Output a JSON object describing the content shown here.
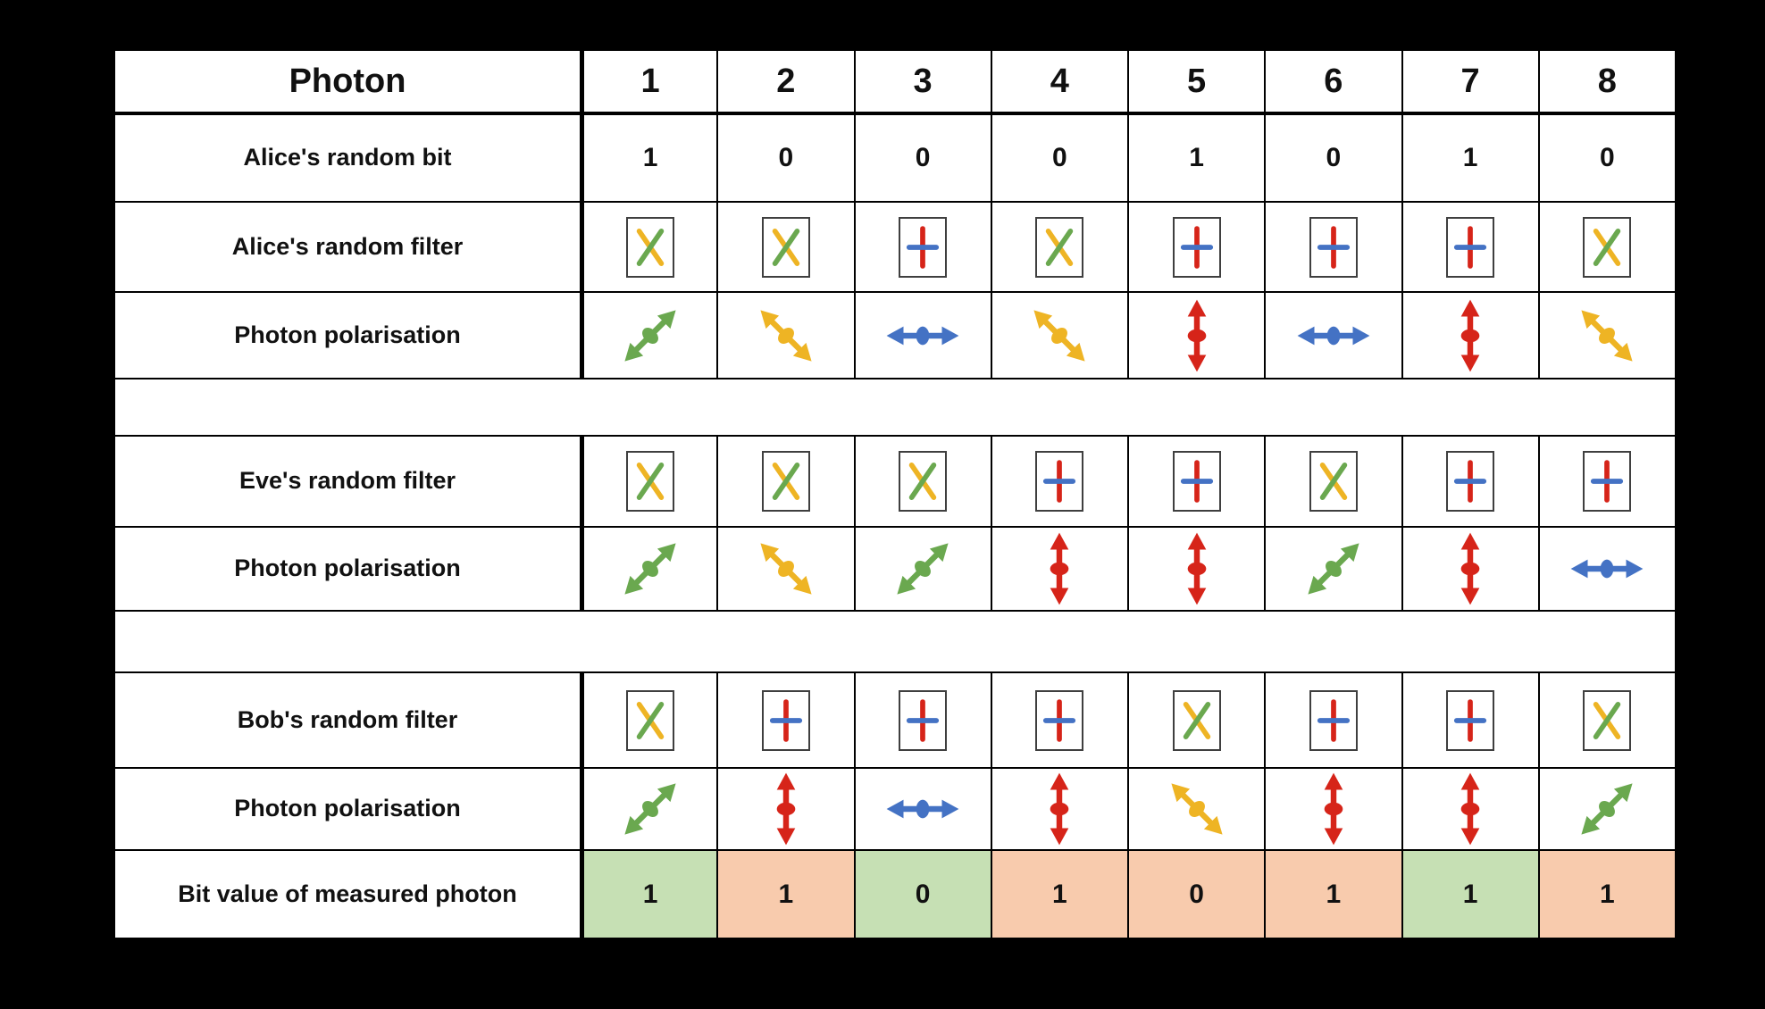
{
  "colors": {
    "arrow_green": "#6aa84f",
    "arrow_yellow": "#eeb424",
    "arrow_blue": "#4472c4",
    "arrow_red": "#d62419",
    "match_green_bg": "#c6e0b4",
    "mismatch_red_bg": "#f8cbad",
    "grid_line": "#000000",
    "filter_box_border": "#3f3f3f"
  },
  "polarisation_colors": {
    "diag-up": "#6aa84f",
    "diag-down": "#eeb424",
    "horizontal": "#4472c4",
    "vertical": "#d62419"
  },
  "filter_colors": {
    "diagonal": {
      "backslash": "#eeb424",
      "slash": "#6aa84f"
    },
    "rectilinear": {
      "vertical": "#d62419",
      "horizontal": "#4472c4"
    }
  },
  "table": {
    "header": {
      "label": "Photon",
      "columns": [
        "1",
        "2",
        "3",
        "4",
        "5",
        "6",
        "7",
        "8"
      ]
    },
    "rows": [
      {
        "id": "alice-bit",
        "label": "Alice's random bit",
        "type": "bits",
        "values": [
          "1",
          "0",
          "0",
          "0",
          "1",
          "0",
          "1",
          "0"
        ]
      },
      {
        "id": "alice-filter",
        "label": "Alice's random filter",
        "type": "filters",
        "values": [
          "diagonal",
          "diagonal",
          "rectilinear",
          "diagonal",
          "rectilinear",
          "rectilinear",
          "rectilinear",
          "diagonal"
        ]
      },
      {
        "id": "alice-polarisation",
        "label": "Photon polarisation",
        "type": "polarisations",
        "values": [
          "diag-up",
          "diag-down",
          "horizontal",
          "diag-down",
          "vertical",
          "horizontal",
          "vertical",
          "diag-down"
        ]
      },
      {
        "id": "spacer-1",
        "type": "spacer"
      },
      {
        "id": "eve-filter",
        "label": "Eve's random filter",
        "type": "filters",
        "values": [
          "diagonal",
          "diagonal",
          "diagonal",
          "rectilinear",
          "rectilinear",
          "diagonal",
          "rectilinear",
          "rectilinear"
        ]
      },
      {
        "id": "eve-polarisation",
        "label": "Photon polarisation",
        "type": "polarisations",
        "values": [
          "diag-up",
          "diag-down",
          "diag-up",
          "vertical",
          "vertical",
          "diag-up",
          "vertical",
          "horizontal"
        ]
      },
      {
        "id": "spacer-2",
        "type": "spacer"
      },
      {
        "id": "bob-filter",
        "label": "Bob's random filter",
        "type": "filters",
        "values": [
          "diagonal",
          "rectilinear",
          "rectilinear",
          "rectilinear",
          "diagonal",
          "rectilinear",
          "rectilinear",
          "diagonal"
        ]
      },
      {
        "id": "bob-polarisation",
        "label": "Photon polarisation",
        "type": "polarisations",
        "values": [
          "diag-up",
          "vertical",
          "horizontal",
          "vertical",
          "diag-down",
          "vertical",
          "vertical",
          "diag-up"
        ]
      },
      {
        "id": "bit-value",
        "label": "Bit value of measured photon",
        "type": "bit-values",
        "values": [
          {
            "value": "1",
            "highlight": "green"
          },
          {
            "value": "1",
            "highlight": "red"
          },
          {
            "value": "0",
            "highlight": "green"
          },
          {
            "value": "1",
            "highlight": "red"
          },
          {
            "value": "0",
            "highlight": "red"
          },
          {
            "value": "1",
            "highlight": "red"
          },
          {
            "value": "1",
            "highlight": "green"
          },
          {
            "value": "1",
            "highlight": "red"
          }
        ]
      }
    ]
  }
}
